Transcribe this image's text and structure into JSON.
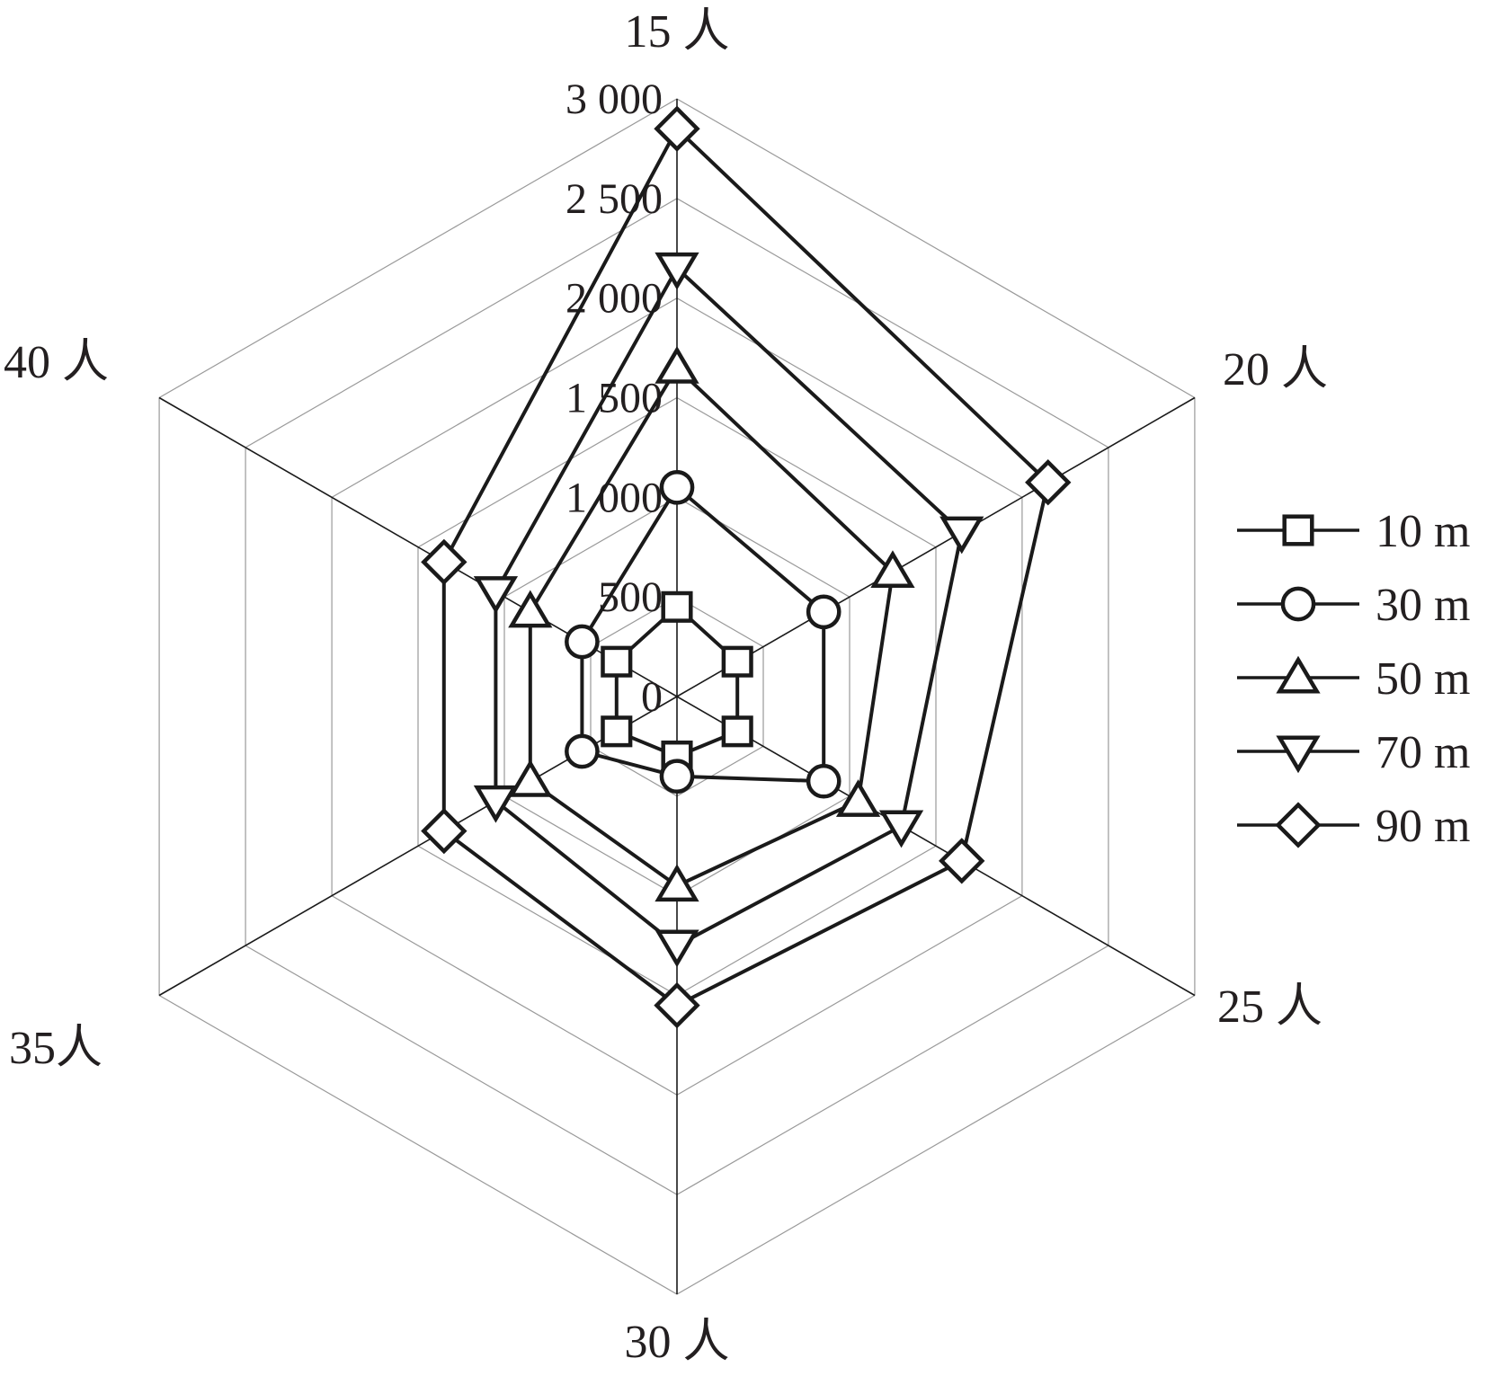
{
  "chart_data": {
    "type": "radar",
    "categories": [
      "15 人",
      "20 人",
      "25 人",
      "30 人",
      "35人",
      "40 人"
    ],
    "r_ticks": [
      "0",
      "500",
      "1 000",
      "1 500",
      "2 000",
      "2 500",
      "3 000"
    ],
    "rlim": [
      0,
      3000
    ],
    "grid": true,
    "legend_position": "right",
    "series": [
      {
        "name": "10 m",
        "marker": "square",
        "values": [
          450,
          350,
          350,
          300,
          350,
          350
        ]
      },
      {
        "name": "30 m",
        "marker": "circle",
        "values": [
          1050,
          850,
          850,
          400,
          550,
          550
        ]
      },
      {
        "name": "50 m",
        "marker": "triangle-up",
        "values": [
          1650,
          1250,
          1050,
          950,
          850,
          850
        ]
      },
      {
        "name": "70 m",
        "marker": "triangle-down",
        "values": [
          2150,
          1650,
          1300,
          1250,
          1050,
          1050
        ]
      },
      {
        "name": "90 m",
        "marker": "diamond",
        "values": [
          2850,
          2150,
          1650,
          1550,
          1350,
          1350
        ]
      }
    ]
  }
}
